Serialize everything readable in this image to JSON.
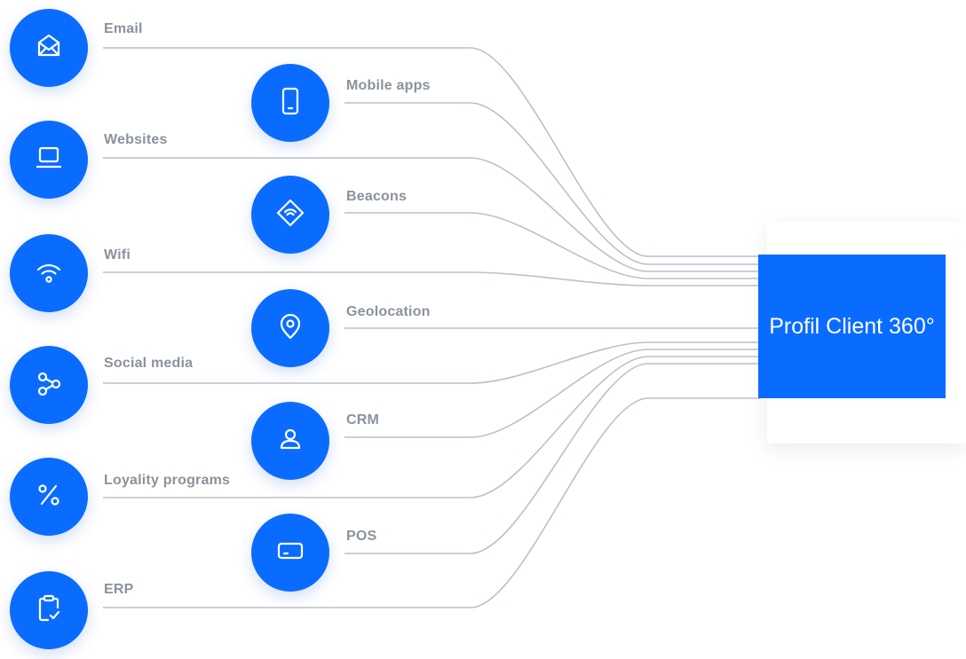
{
  "colors": {
    "accent": "#0a6cff",
    "line": "#b9c1c9",
    "label": "#8a939c"
  },
  "target": {
    "label": "Profil Client 360°"
  },
  "sources": [
    {
      "id": "email",
      "label": "Email",
      "icon": "envelope-icon"
    },
    {
      "id": "mobile-apps",
      "label": "Mobile apps",
      "icon": "smartphone-icon"
    },
    {
      "id": "websites",
      "label": "Websites",
      "icon": "laptop-icon"
    },
    {
      "id": "beacons",
      "label": "Beacons",
      "icon": "beacon-icon"
    },
    {
      "id": "wifi",
      "label": "Wifi",
      "icon": "wifi-icon"
    },
    {
      "id": "geolocation",
      "label": "Geolocation",
      "icon": "location-pin-icon"
    },
    {
      "id": "social-media",
      "label": "Social media",
      "icon": "share-network-icon"
    },
    {
      "id": "crm",
      "label": "CRM",
      "icon": "user-icon"
    },
    {
      "id": "loyalty-programs",
      "label": "Loyality programs",
      "icon": "percent-icon"
    },
    {
      "id": "pos",
      "label": "POS",
      "icon": "card-terminal-icon"
    },
    {
      "id": "erp",
      "label": "ERP",
      "icon": "clipboard-check-icon"
    }
  ]
}
